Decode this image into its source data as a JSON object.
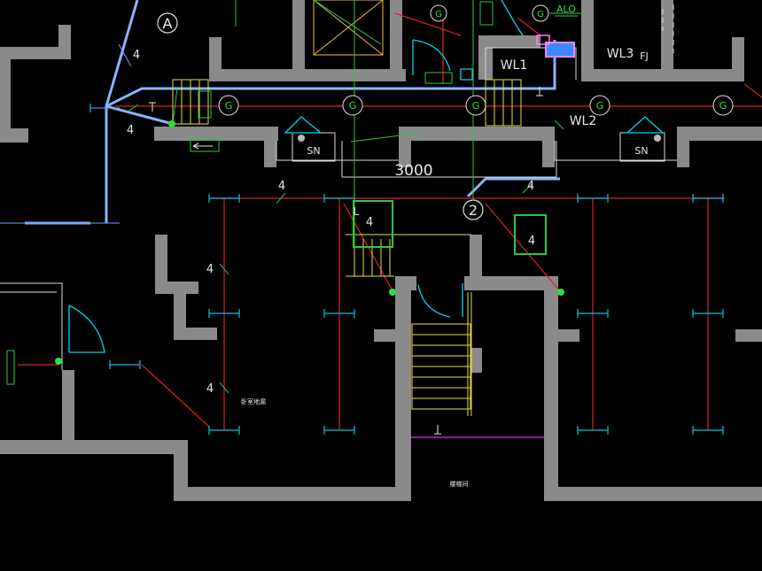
{
  "drawing": {
    "grid_axis_a": "A",
    "grid_axis_2": "2",
    "dimension_main": "3000",
    "gas_symbol": "G",
    "room_sn": "SN",
    "pipe_wl1": "WL1",
    "pipe_wl2": "WL2",
    "pipe_wl3": "WL3",
    "label_fj": "FJ",
    "label_alo": "ALO",
    "wire_count": "4",
    "stair_label_l": "L",
    "floor_note_left": "卧室地漏",
    "floor_note_center": "楼梯间"
  },
  "colors": {
    "wall": "#8a8a8a",
    "red_pipe": "#e02020",
    "green_pipe": "#2cc83a",
    "blue_pipe": "#8ab4ff",
    "cyan": "#00d8e8",
    "yellow": "#e8e040",
    "magenta": "#e040e0"
  }
}
